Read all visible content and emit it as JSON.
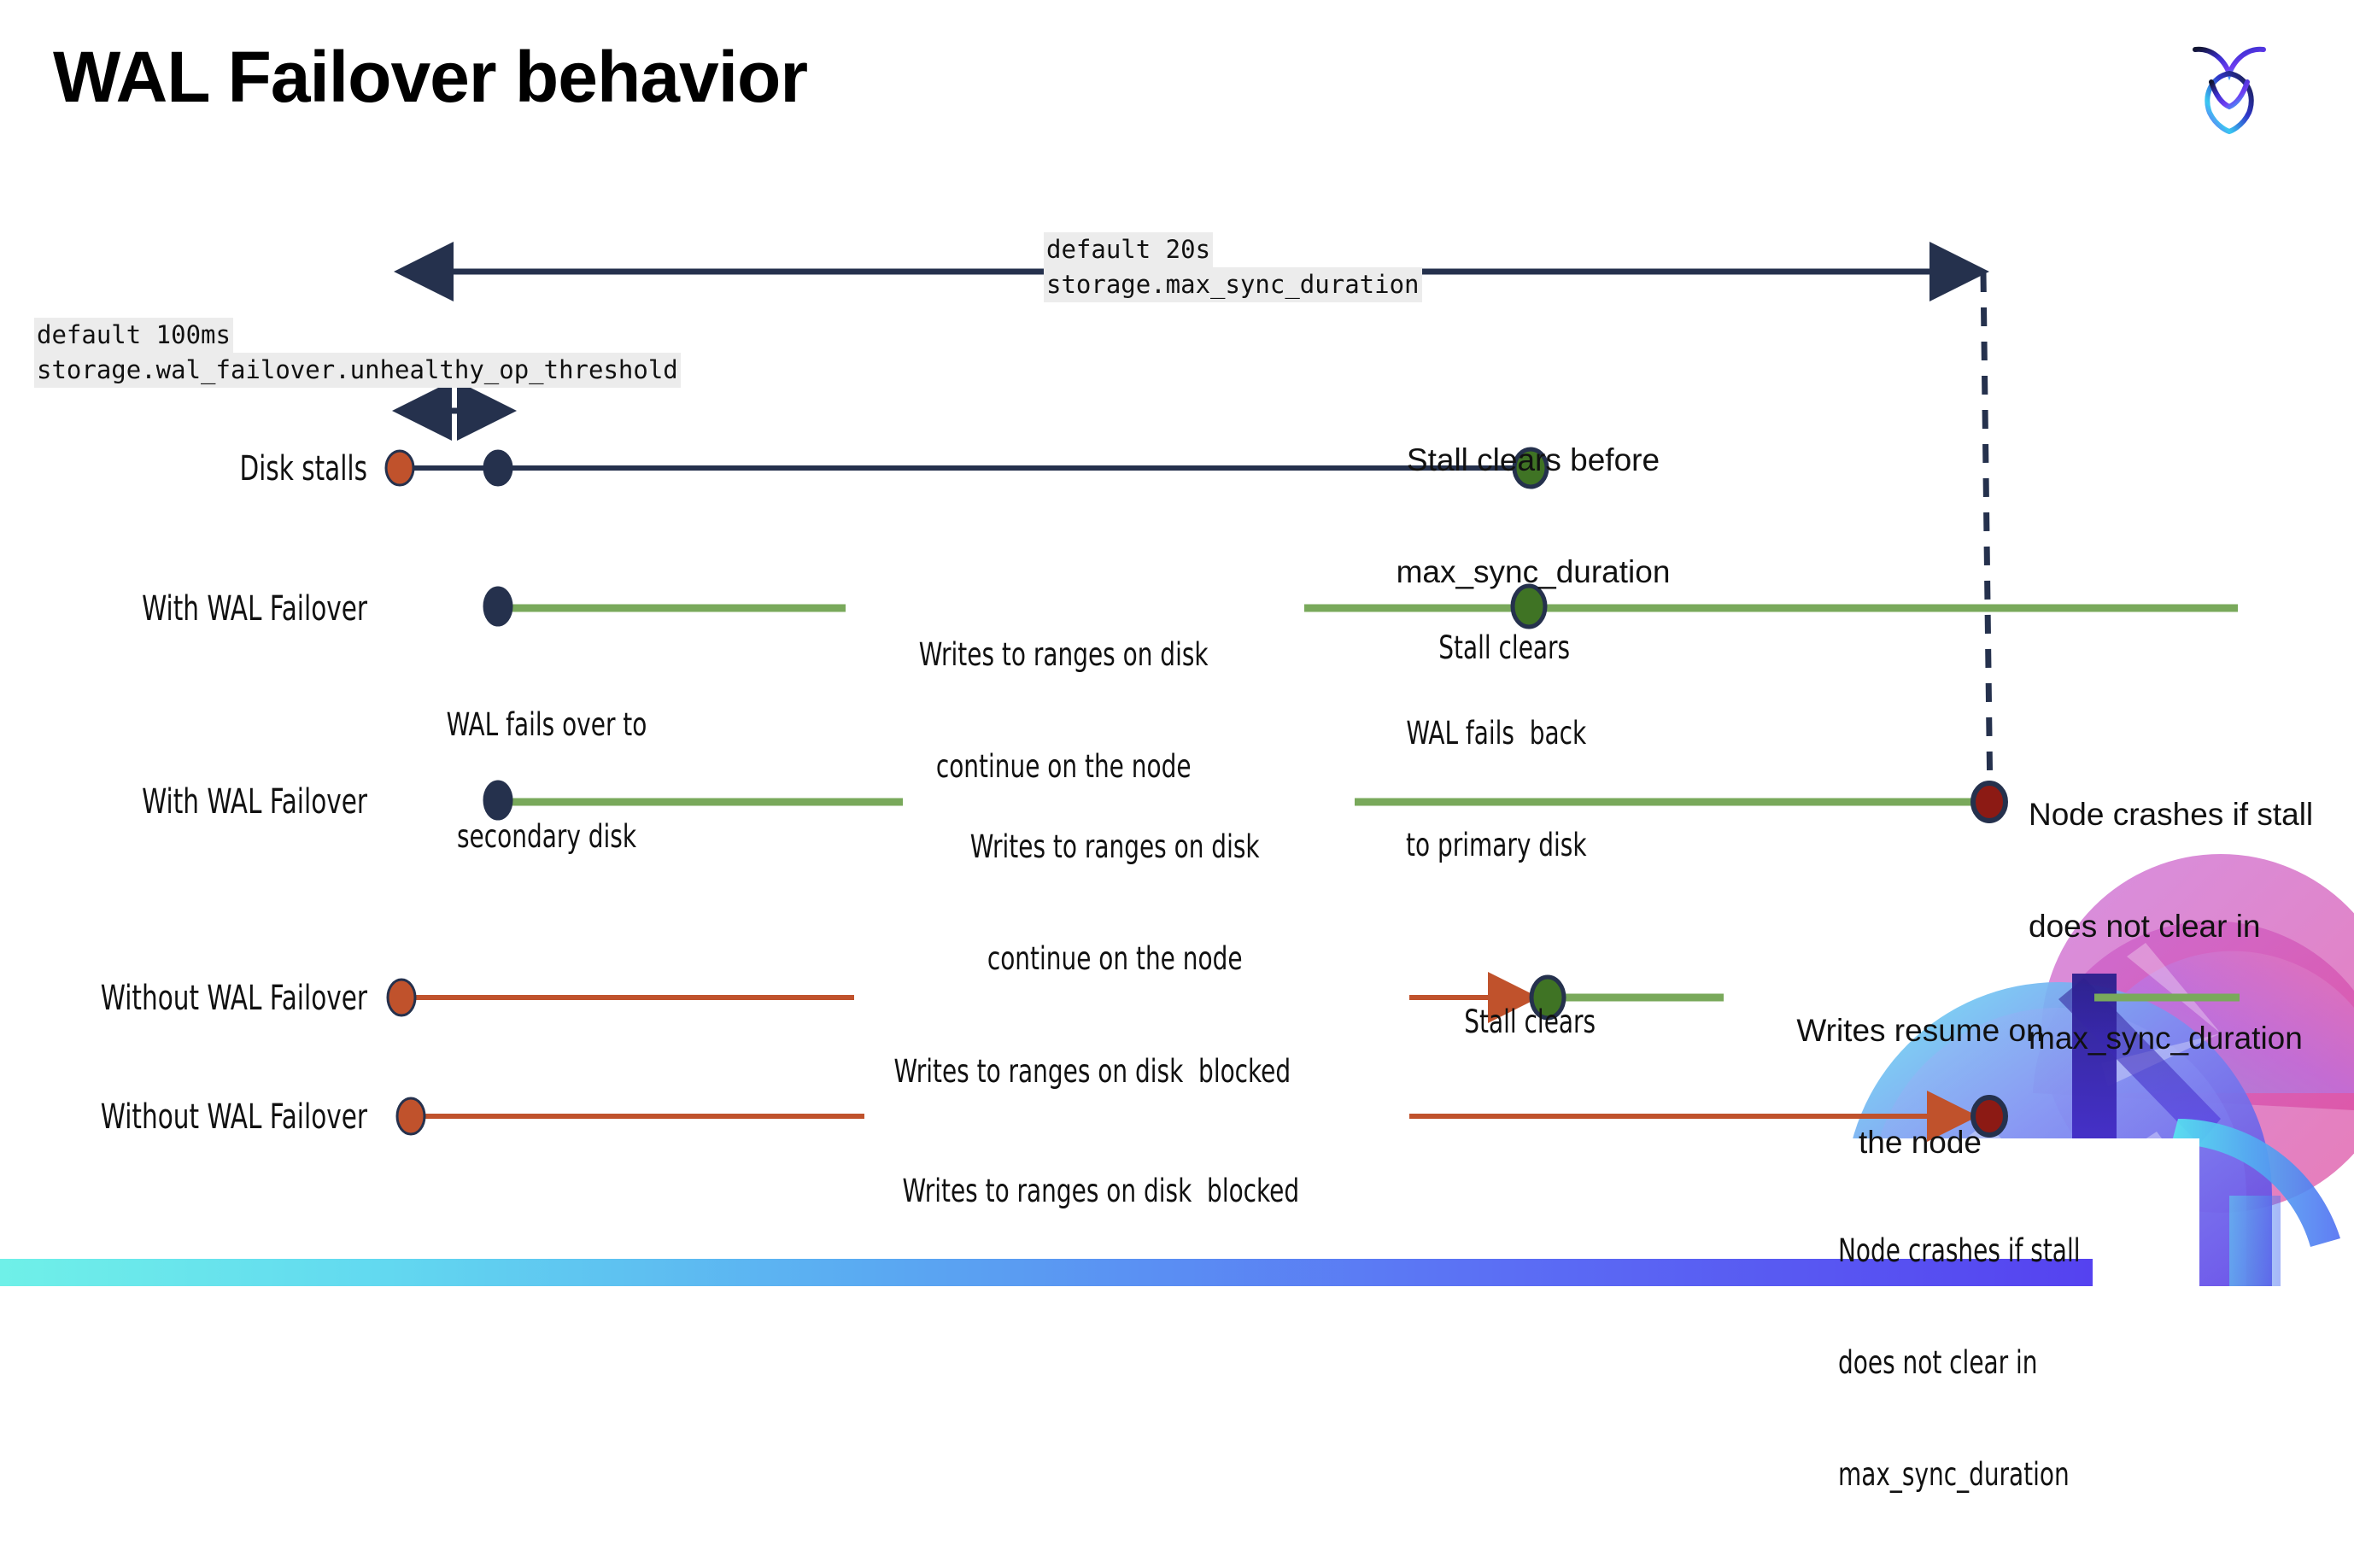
{
  "slide": {
    "title": "WAL Failover behavior",
    "logo_name": "cockroachdb-logo",
    "background": "#ffffff",
    "accent_bar_colors": [
      "#6ff0e8",
      "#5aa9f2",
      "#5542f0"
    ]
  },
  "colors": {
    "navy": "#25314d",
    "green_line": "#7aaココ",
    "green": "#79a95b",
    "green_dot": "#3f7324",
    "orange": "#c0522c",
    "dark_red": "#8c1a14",
    "code_bg": "#ececec",
    "text": "#111111"
  },
  "settings": {
    "max_sync": {
      "default_label": "default 20s",
      "setting_name": "storage.max_sync_duration"
    },
    "unhealthy_op": {
      "default_label": "default 100ms",
      "setting_name": "storage.wal_failover.unhealthy_op_threshold"
    }
  },
  "rows": [
    {
      "id": "disk-stalls",
      "label": "Disk stalls",
      "annotations": [
        "Stall clears before\nmax_sync_duration"
      ]
    },
    {
      "id": "with-wal-failover-1",
      "label": "With WAL Failover",
      "annotations": [
        "Writes to ranges on disk\ncontinue on the node",
        "Stall clears",
        "WAL fails over to\nsecondary disk",
        "WAL fails  back\nto primary disk"
      ]
    },
    {
      "id": "with-wal-failover-2",
      "label": "With WAL Failover",
      "annotations": [
        "Writes to ranges on disk\ncontinue on the node",
        "Node crashes if stall\ndoes not clear in\nmax_sync_duration"
      ]
    },
    {
      "id": "without-wal-failover-1",
      "label": "Without WAL Failover",
      "annotations": [
        "Writes to ranges on disk  blocked",
        "Stall clears",
        "Writes resume on\nthe node"
      ]
    },
    {
      "id": "without-wal-failover-2",
      "label": "Without WAL Failover",
      "annotations": [
        "Writes to ranges on disk  blocked",
        "Node crashes if stall\ndoes not clear in\nmax_sync_duration"
      ]
    }
  ],
  "labels": {
    "disk_stalls": "Disk stalls",
    "with_wal_failover_a": "With WAL Failover",
    "with_wal_failover_b": "With WAL Failover",
    "without_wal_failover_a": "Without WAL Failover",
    "without_wal_failover_b": "Without WAL Failover"
  },
  "annotations": {
    "stall_clears_before_l1": "Stall clears before",
    "stall_clears_before_l2": "max_sync_duration",
    "writes_continue_l1": "Writes to ranges on disk",
    "writes_continue_l2": "continue on the node",
    "stall_clears_r2": "Stall clears",
    "wal_fails_over_l1": "WAL fails over to",
    "wal_fails_over_l2": "secondary disk",
    "wal_fails_back_l1": "WAL fails  back",
    "wal_fails_back_l2": "to primary disk",
    "writes_continue2_l1": "Writes to ranges on disk",
    "writes_continue2_l2": "continue on the node",
    "node_crashes_top_l1": "Node crashes if stall",
    "node_crashes_top_l2": "does not clear in",
    "node_crashes_top_l3": "max_sync_duration",
    "writes_blocked_r4": "Writes to ranges on disk  blocked",
    "stall_clears_r4": "Stall clears",
    "writes_resume_l1": "Writes resume on",
    "writes_resume_l2": "the node",
    "writes_blocked_r5": "Writes to ranges on disk  blocked",
    "node_crashes_bot_l1": "Node crashes if stall",
    "node_crashes_bot_l2": "does not clear in",
    "node_crashes_bot_l3": "max_sync_duration"
  },
  "markers": {
    "stall_start_icon": "orange-dot",
    "failover_icon": "navy-dot",
    "clear_icon": "green-dot",
    "crash_icon": "dark-red-dot"
  }
}
